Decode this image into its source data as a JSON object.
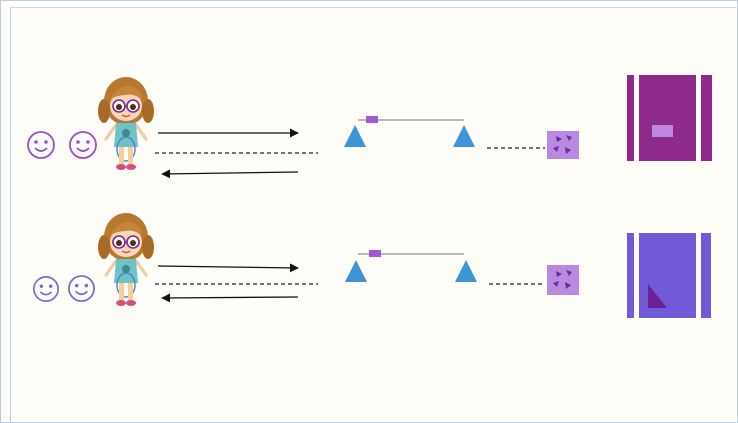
{
  "colors": {
    "frame_border": "#b9cde6",
    "background": "#fefdf8",
    "smiley_row1": "#9b4fc4",
    "smiley_row2": "#6c6fd6",
    "triangle_fill": "#3d95d8",
    "slider_marker": "#a05bd3",
    "rail_line": "#777777",
    "arrow_color": "#111111",
    "dashed_line": "#222222",
    "small_box": "#b98ae0",
    "small_box_marks": "#6b2aa6",
    "screen_row1": "#8e2a8c",
    "screen_row1_inner": "#b98ae0",
    "screen_row2": "#7159d8",
    "screen_row2_triangle": "#6a2390",
    "screen_bars": "#ffffff"
  },
  "icons": {
    "child": "girl-character-icon",
    "smiley": "smiley-face-icon",
    "triangle": "triangle-marker-icon",
    "box": "particle-box-icon"
  },
  "rows": [
    {
      "id": "row-1",
      "smiley_count": 2,
      "screen_pattern": "center-rectangle"
    },
    {
      "id": "row-2",
      "smiley_count": 2,
      "screen_pattern": "corner-triangle"
    }
  ]
}
